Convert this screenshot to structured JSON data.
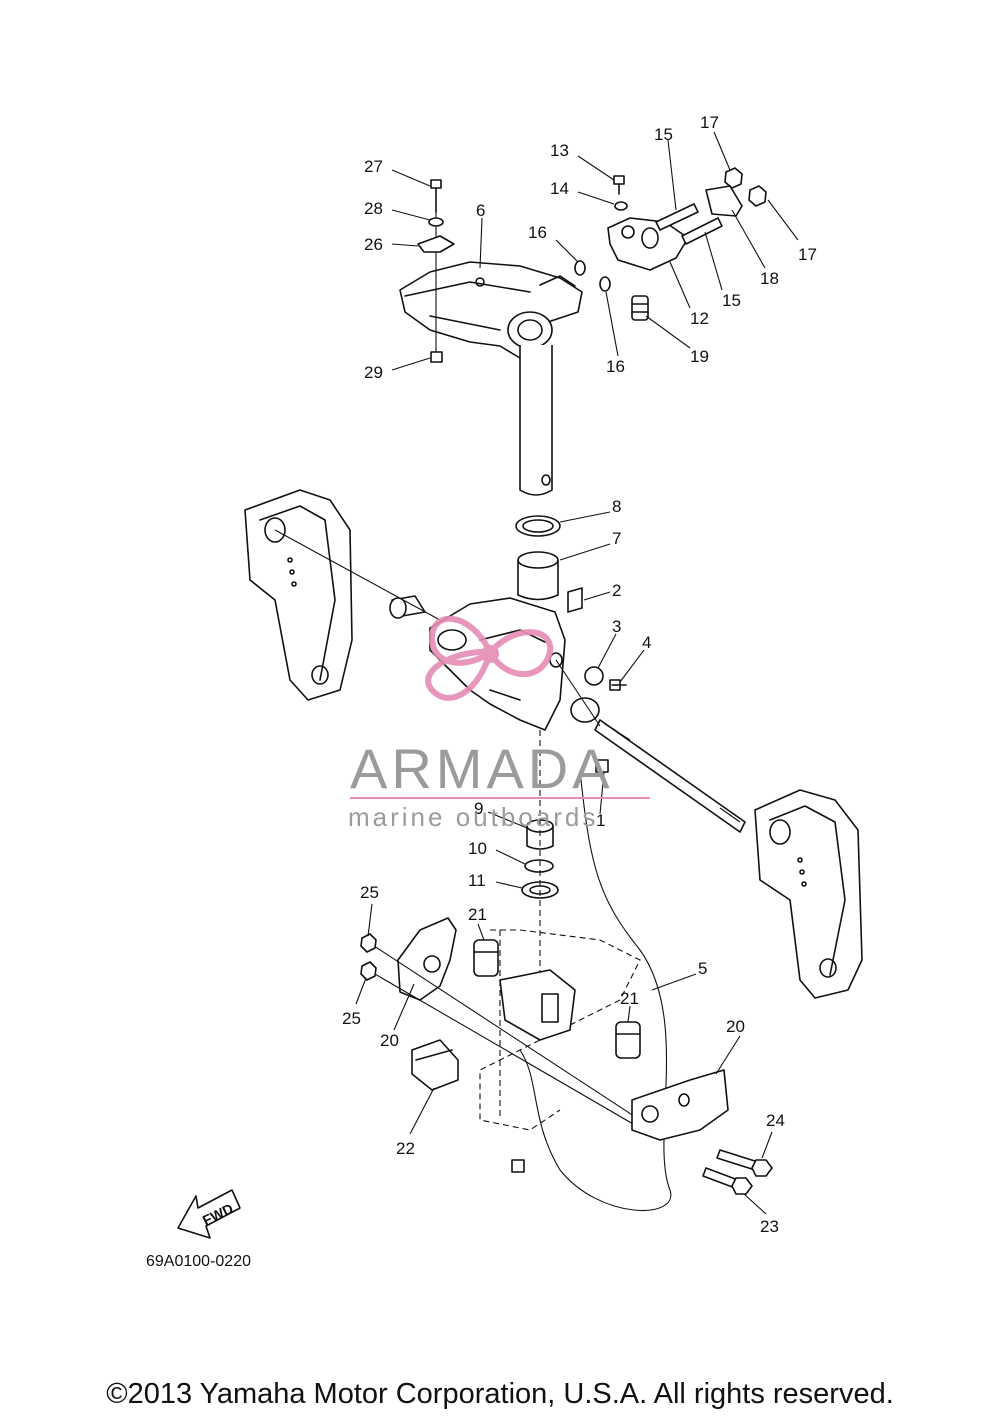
{
  "diagram": {
    "part_numbers": [
      "1",
      "2",
      "3",
      "4",
      "5",
      "6",
      "7",
      "8",
      "9",
      "10",
      "11",
      "12",
      "13",
      "14",
      "15",
      "16",
      "17",
      "18",
      "19",
      "20",
      "21",
      "22",
      "23",
      "24",
      "25",
      "26",
      "27",
      "28",
      "29"
    ],
    "labels": [
      {
        "id": "27",
        "text": "27"
      },
      {
        "id": "28",
        "text": "28"
      },
      {
        "id": "26",
        "text": "26"
      },
      {
        "id": "6",
        "text": "6"
      },
      {
        "id": "29",
        "text": "29"
      },
      {
        "id": "13",
        "text": "13"
      },
      {
        "id": "14",
        "text": "14"
      },
      {
        "id": "16a",
        "text": "16"
      },
      {
        "id": "16b",
        "text": "16"
      },
      {
        "id": "15a",
        "text": "15"
      },
      {
        "id": "15b",
        "text": "15"
      },
      {
        "id": "17a",
        "text": "17"
      },
      {
        "id": "17b",
        "text": "17"
      },
      {
        "id": "18",
        "text": "18"
      },
      {
        "id": "12",
        "text": "12"
      },
      {
        "id": "19",
        "text": "19"
      },
      {
        "id": "8",
        "text": "8"
      },
      {
        "id": "7",
        "text": "7"
      },
      {
        "id": "2",
        "text": "2"
      },
      {
        "id": "3",
        "text": "3"
      },
      {
        "id": "4",
        "text": "4"
      },
      {
        "id": "1",
        "text": "1"
      },
      {
        "id": "9",
        "text": "9"
      },
      {
        "id": "10",
        "text": "10"
      },
      {
        "id": "11",
        "text": "11"
      },
      {
        "id": "5",
        "text": "5"
      },
      {
        "id": "25a",
        "text": "25"
      },
      {
        "id": "25b",
        "text": "25"
      },
      {
        "id": "21a",
        "text": "21"
      },
      {
        "id": "21b",
        "text": "21"
      },
      {
        "id": "20a",
        "text": "20"
      },
      {
        "id": "20b",
        "text": "20"
      },
      {
        "id": "22",
        "text": "22"
      },
      {
        "id": "24",
        "text": "24"
      },
      {
        "id": "23",
        "text": "23"
      }
    ],
    "diagram_code": "69A0100-0220",
    "fwd_label": "FWD"
  },
  "watermark": {
    "name": "ARMADA",
    "subtitle": "marine outboards",
    "accent_color": "#e58cb4",
    "text_color": "#9b9b9b"
  },
  "footer": {
    "copyright": "©2013 Yamaha Motor Corporation, U.S.A. All rights reserved."
  }
}
